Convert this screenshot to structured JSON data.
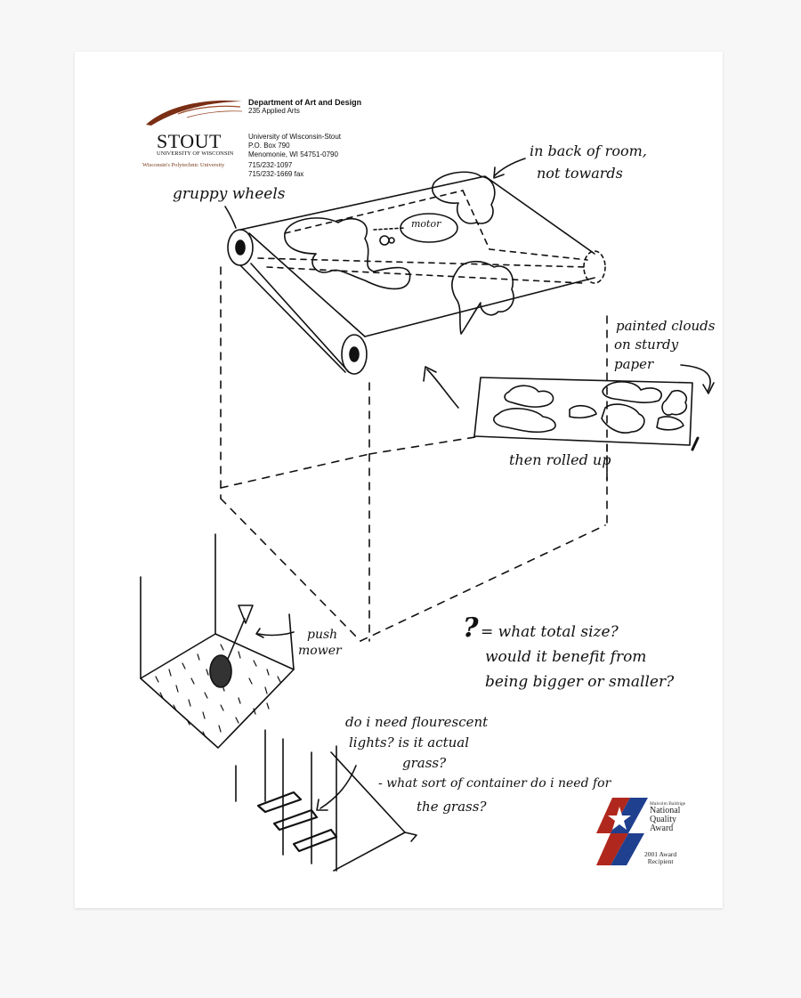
{
  "letterhead": {
    "department": "Department of Art and Design",
    "address_line": "235 Applied Arts",
    "logo_word": "STOUT",
    "logo_sub": "UNIVERSITY OF WISCONSIN",
    "tagline": "Wisconsin's Polytechnic University",
    "university": "University of Wisconsin-Stout",
    "po_box": "P.O. Box 790",
    "city": "Menomonie, WI 54751-0790",
    "phone": "715/232-1097",
    "fax": "715/232-1669  fax"
  },
  "notes": {
    "gruppy_wheels": "gruppy wheels",
    "back_of_room_1": "in back of room,",
    "back_of_room_2": "not towards",
    "motor": "motor",
    "painted_1": "painted clouds",
    "painted_2": "on sturdy",
    "painted_3": "paper",
    "rolled_up": "then rolled up",
    "push_1": "push",
    "push_2": "mower",
    "size_q_mark": "?",
    "size_q_1": "= what total size?",
    "size_q_2": "would it benefit from",
    "size_q_3": "being bigger or smaller?",
    "lights_1": "do i need flourescent",
    "lights_2": "lights? is it actual",
    "lights_3": "grass?",
    "lights_4": "- what sort of container do i need for",
    "lights_5": "the grass?"
  },
  "award": {
    "small": "Malcolm Baldrige",
    "line1": "National",
    "line2": "Quality",
    "line3": "Award",
    "year": "2001 Award",
    "recipient": "Recipient"
  }
}
